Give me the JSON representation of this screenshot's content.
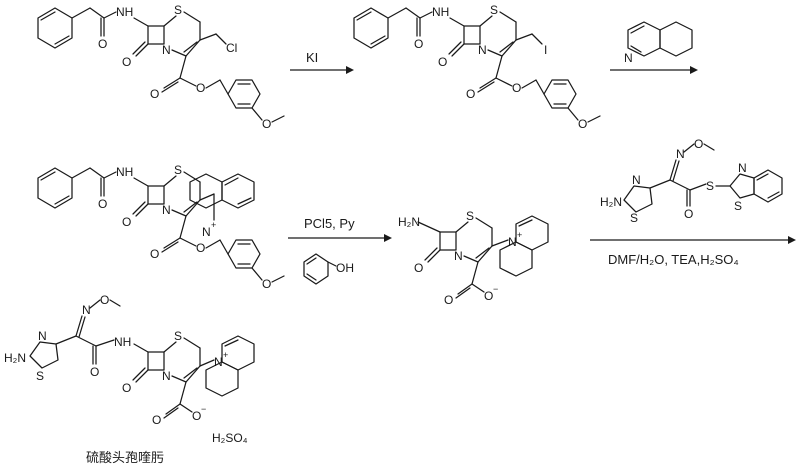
{
  "atoms": {
    "nh": "NH",
    "s": "S",
    "n": "N",
    "o": "O",
    "cl": "Cl",
    "i": "I",
    "nh2": "H",
    "oh": "OH",
    "n_plus": "N",
    "plus": "+",
    "minus": "−",
    "h2n": "H₂N"
  },
  "arrows": {
    "step1": {
      "above": "KI",
      "below": ""
    },
    "step2": {
      "above": "",
      "below": ""
    },
    "step3": {
      "above": "PCl5, Py",
      "below": ""
    },
    "step4": {
      "above": "",
      "below": "DMF/H₂O, TEA,H₂SO₄"
    }
  },
  "product": {
    "salt": "H₂SO₄",
    "caption": "硫酸头孢喹肟"
  },
  "colors": {
    "ink": "#1a1a1a",
    "background": "#ffffff"
  }
}
